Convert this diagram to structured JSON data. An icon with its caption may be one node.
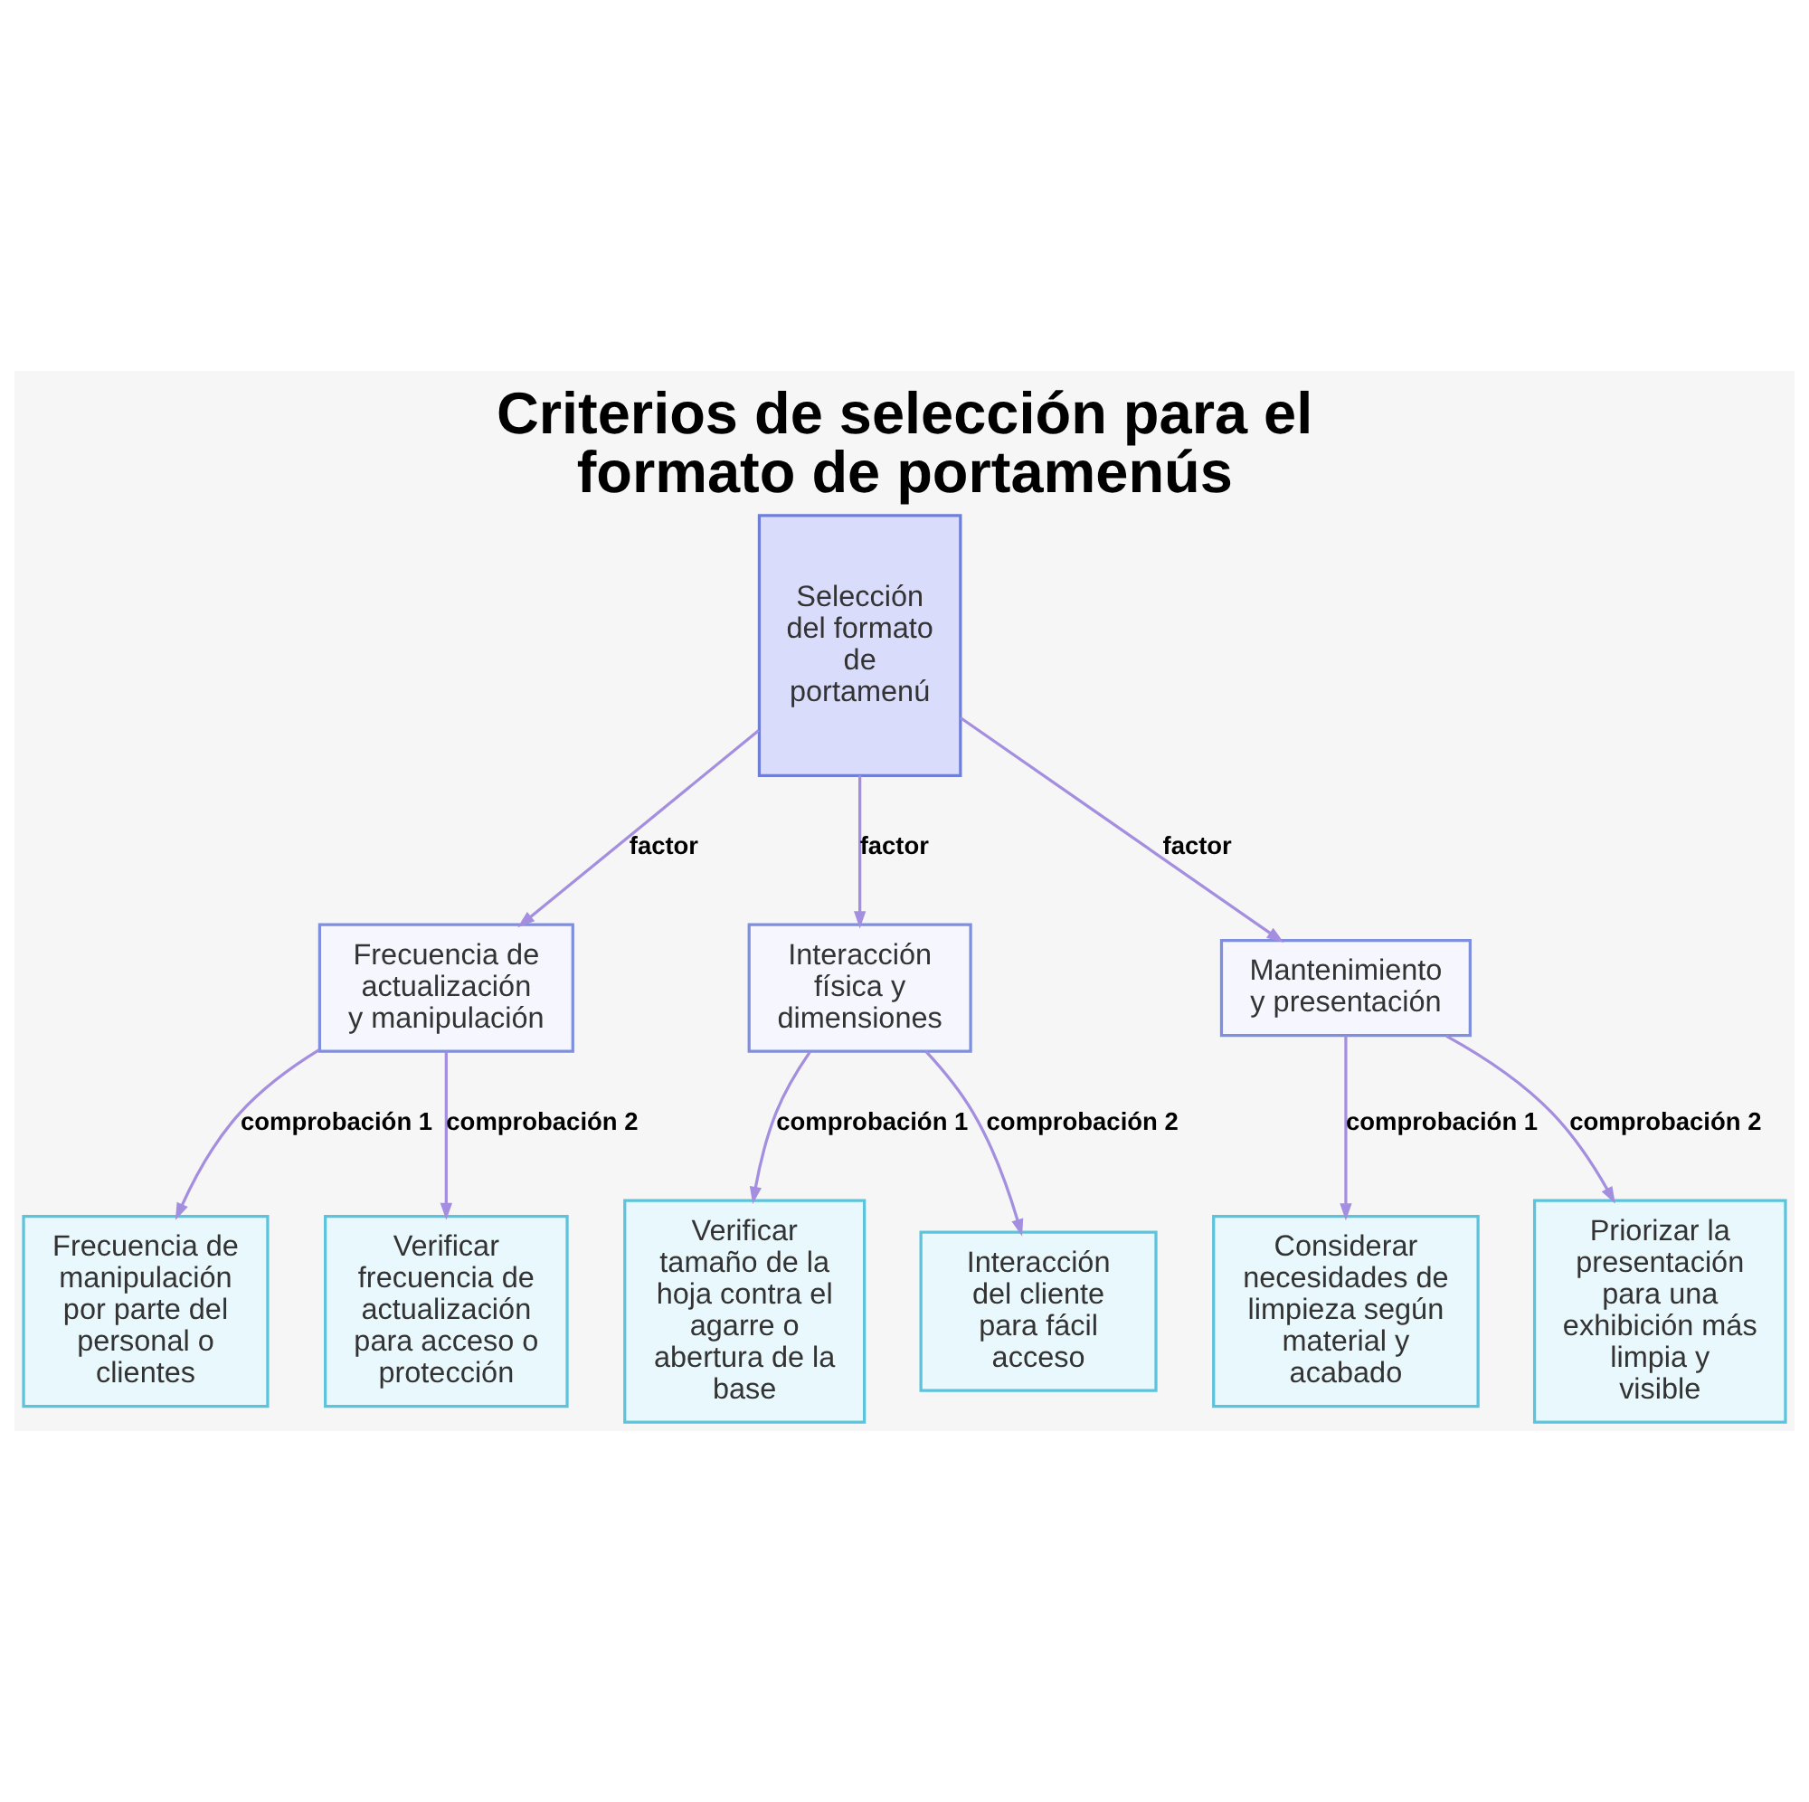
{
  "diagram": {
    "title": "Criterios de selección para el formato de portamenús",
    "nodes": [
      {
        "text": [
          "Selección del formato de portamenú"
        ]
      },
      {
        "text": [
          "Frecuencia de actualización y manipulación"
        ]
      },
      {
        "text": [
          "Interacción física y dimensiones"
        ]
      },
      {
        "text": [
          "Mantenimiento y presentación"
        ]
      },
      {
        "text": [
          "Frecuencia de manipulación por parte del personal o clientes"
        ]
      },
      {
        "text": [
          "Verificar frecuencia de actualización para acceso o protección"
        ]
      },
      {
        "text": [
          "Verificar tamaño de la hoja contra el agarre o abertura de la base"
        ]
      },
      {
        "text": [
          "Interacción del cliente para fácil acceso"
        ]
      },
      {
        "text": [
          "Considerar necesidades de limpieza según material y acabado"
        ]
      },
      {
        "text": [
          "Priorizar la presentación para una exhibición más limpia y visible"
        ]
      }
    ],
    "edges": [
      {
        "from": 0,
        "to": 1,
        "arrow": "to",
        "label": "factor"
      },
      {
        "from": 0,
        "to": 2,
        "arrow": "to",
        "label": "factor"
      },
      {
        "from": 0,
        "to": 3,
        "arrow": "to",
        "label": "factor"
      },
      {
        "from": 1,
        "to": 4,
        "arrow": "to",
        "label": "comprobación 1"
      },
      {
        "from": 1,
        "to": 5,
        "arrow": "to",
        "label": "comprobación 2"
      },
      {
        "from": 2,
        "to": 6,
        "arrow": "to",
        "label": "comprobación 1"
      },
      {
        "from": 2,
        "to": 7,
        "arrow": "to",
        "label": "comprobación 2"
      },
      {
        "from": 3,
        "to": 8,
        "arrow": "to",
        "label": "comprobación 1"
      },
      {
        "from": 3,
        "to": 9,
        "arrow": "to",
        "label": "comprobación 2"
      }
    ]
  }
}
